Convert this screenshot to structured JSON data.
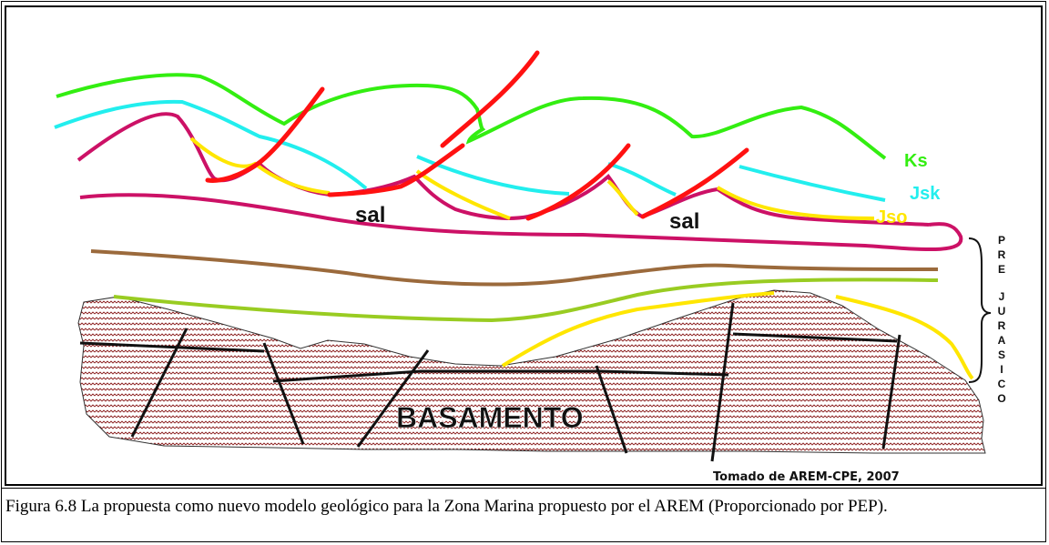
{
  "diagram": {
    "labels": {
      "ks": "Ks",
      "jsk": "Jsk",
      "jso": "Jso",
      "sal_left": "sal",
      "sal_right": "sal",
      "basement": "BASAMENTO",
      "pre_jurasico_letters": [
        "P",
        "R",
        "E",
        "J",
        "U",
        "R",
        "A",
        "S",
        "I",
        "C",
        "O"
      ],
      "credit": "Tomado de AREM-CPE, 2007"
    },
    "colors": {
      "ks": "#33ee11",
      "jsk": "#22eeee",
      "jso": "#ffe600",
      "salt_top": "#cc1166",
      "fault": "#ff1111",
      "pre_jurasico_brown": "#9b6a3c",
      "pre_jurasico_green": "#99cc22",
      "basement_hatch": "#8b1e1e"
    }
  },
  "caption": {
    "text": "Figura 6.8 La propuesta como nuevo modelo geológico para la Zona Marina propuesto por el AREM (Proporcionado por PEP)."
  }
}
